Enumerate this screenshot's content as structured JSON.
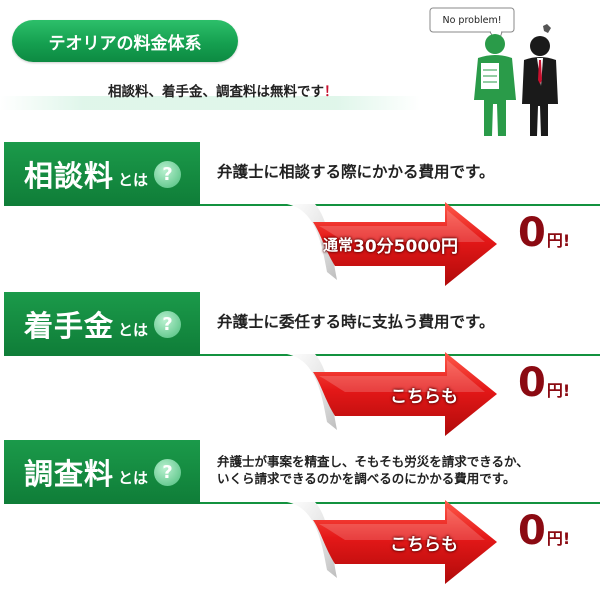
{
  "header": {
    "title": "テオリアの料金体系",
    "free_prefix": "相談料、着手金、調査料は無料です",
    "free_mark": "！",
    "bubble": "No problem!"
  },
  "sections": [
    {
      "label": "相談料",
      "suffix": "とは",
      "q": "?",
      "desc_lines": [
        "弁護士に相談する際にかかる費用です。"
      ],
      "arrow_pre": "通常",
      "arrow_big": "30分5000円",
      "price": "0",
      "price_unit": "円!"
    },
    {
      "label": "着手金",
      "suffix": "とは",
      "q": "?",
      "desc_lines": [
        "弁護士に委任する時に支払う費用です。"
      ],
      "arrow_pre": "",
      "arrow_big": "こちらも",
      "price": "0",
      "price_unit": "円!"
    },
    {
      "label": "調査料",
      "suffix": "とは",
      "q": "?",
      "desc_lines": [
        "弁護士が事案を精査し、そもそも労災を請求できるか、",
        "いくら請求できるのかを調べるのにかかる費用です。"
      ],
      "arrow_pre": "",
      "arrow_big": "こちらも",
      "price": "0",
      "price_unit": "円!"
    }
  ],
  "colors": {
    "green": "#13923f",
    "red": "#e41818",
    "dark_red": "#8b0a12"
  }
}
